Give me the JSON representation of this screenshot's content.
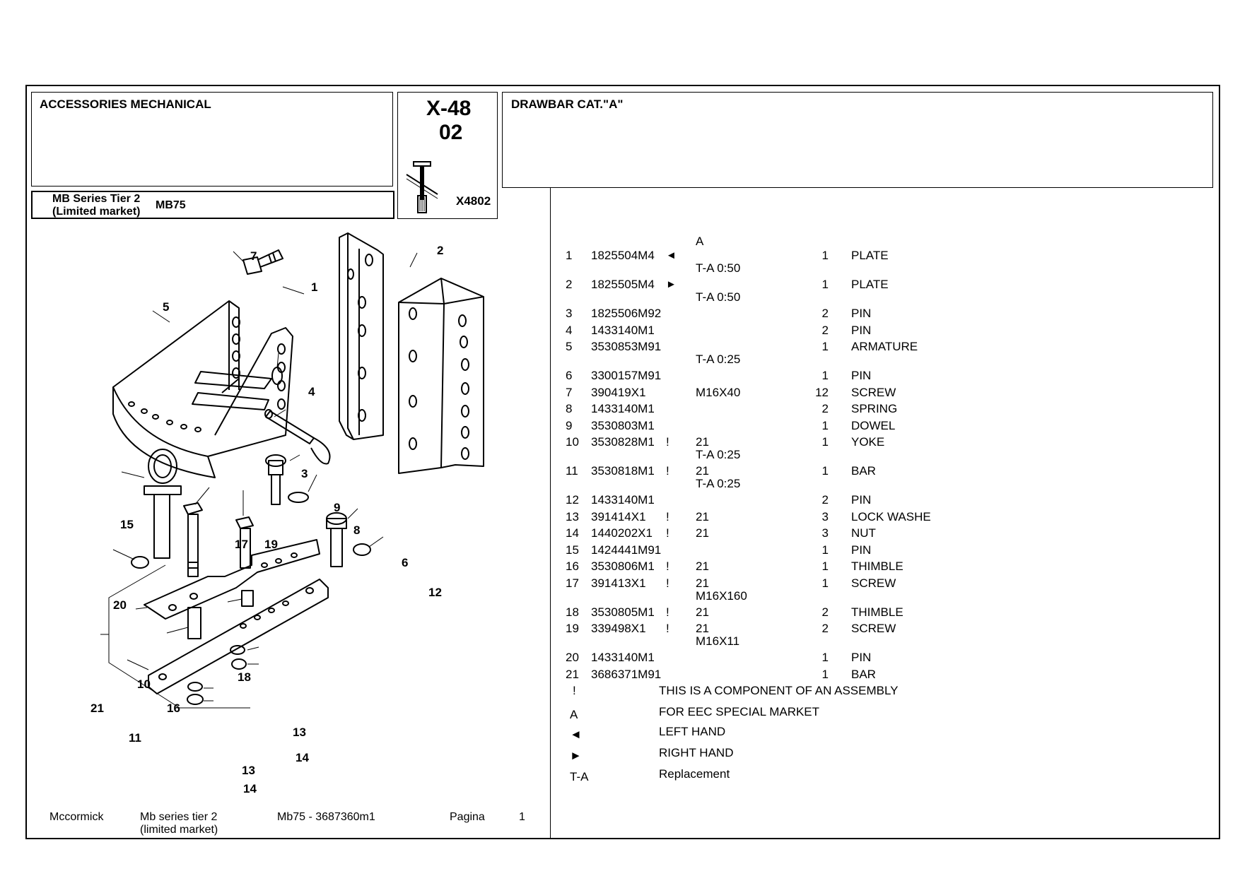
{
  "header": {
    "group_title": "ACCESSORIES MECHANICAL",
    "series_line1": "MB Series Tier 2",
    "series_line2": "(Limited market)",
    "model": "MB75",
    "ref_code": "X-48",
    "ref_sub": "02",
    "thumb_code": "X4802",
    "part_title": "DRAWBAR  CAT.\"A\""
  },
  "parts_table": {
    "top_note": "A",
    "rows": [
      {
        "no": "1",
        "part": "1825504M4",
        "flag": "◄",
        "note": "",
        "qty": "1",
        "desc": "PLATE",
        "sub": "T-A 0:50"
      },
      {
        "no": "2",
        "part": "1825505M4",
        "flag": "►",
        "note": "",
        "qty": "1",
        "desc": "PLATE",
        "sub": "T-A 0:50"
      },
      {
        "no": "3",
        "part": "1825506M92",
        "flag": "",
        "note": "",
        "qty": "2",
        "desc": "PIN",
        "sub": ""
      },
      {
        "no": "4",
        "part": "1433140M1",
        "flag": "",
        "note": "",
        "qty": "2",
        "desc": "PIN",
        "sub": ""
      },
      {
        "no": "5",
        "part": "3530853M91",
        "flag": "",
        "note": "",
        "qty": "1",
        "desc": "ARMATURE",
        "sub": "T-A 0:25"
      },
      {
        "no": "6",
        "part": "3300157M91",
        "flag": "",
        "note": "",
        "qty": "1",
        "desc": "PIN",
        "sub": ""
      },
      {
        "no": "7",
        "part": "390419X1",
        "flag": "",
        "note": "M16X40",
        "qty": "12",
        "desc": "SCREW",
        "sub": ""
      },
      {
        "no": "8",
        "part": "1433140M1",
        "flag": "",
        "note": "",
        "qty": "2",
        "desc": "SPRING",
        "sub": ""
      },
      {
        "no": "9",
        "part": "3530803M1",
        "flag": "",
        "note": "",
        "qty": "1",
        "desc": "DOWEL",
        "sub": ""
      },
      {
        "no": "10",
        "part": "3530828M1",
        "flag": "!",
        "note": "21",
        "qty": "1",
        "desc": "YOKE",
        "sub": "T-A 0:25"
      },
      {
        "no": "11",
        "part": "3530818M1",
        "flag": "!",
        "note": "21",
        "qty": "1",
        "desc": "BAR",
        "sub": "T-A 0:25"
      },
      {
        "no": "12",
        "part": "1433140M1",
        "flag": "",
        "note": "",
        "qty": "2",
        "desc": "PIN",
        "sub": ""
      },
      {
        "no": "13",
        "part": "391414X1",
        "flag": "!",
        "note": "21",
        "qty": "3",
        "desc": "LOCK WASHE",
        "sub": ""
      },
      {
        "no": "14",
        "part": "1440202X1",
        "flag": "!",
        "note": "21",
        "qty": "3",
        "desc": "NUT",
        "sub": ""
      },
      {
        "no": "15",
        "part": "1424441M91",
        "flag": "",
        "note": "",
        "qty": "1",
        "desc": "PIN",
        "sub": ""
      },
      {
        "no": "16",
        "part": "3530806M1",
        "flag": "!",
        "note": "21",
        "qty": "1",
        "desc": "THIMBLE",
        "sub": ""
      },
      {
        "no": "17",
        "part": "391413X1",
        "flag": "!",
        "note": "21",
        "qty": "1",
        "desc": "SCREW",
        "sub": "M16X160"
      },
      {
        "no": "18",
        "part": "3530805M1",
        "flag": "!",
        "note": "21",
        "qty": "2",
        "desc": "THIMBLE",
        "sub": ""
      },
      {
        "no": "19",
        "part": "339498X1",
        "flag": "!",
        "note": "21",
        "qty": "2",
        "desc": "SCREW",
        "sub": "M16X11"
      },
      {
        "no": "20",
        "part": "1433140M1",
        "flag": "",
        "note": "",
        "qty": "1",
        "desc": "PIN",
        "sub": ""
      },
      {
        "no": "21",
        "part": "3686371M91",
        "flag": "",
        "note": "",
        "qty": "1",
        "desc": "BAR",
        "sub": ""
      }
    ]
  },
  "legend": [
    {
      "symbol": "!",
      "text": "THIS IS A COMPONENT OF AN ASSEMBLY"
    },
    {
      "symbol": "A",
      "text": "FOR EEC SPECIAL MARKET"
    },
    {
      "symbol": "◄",
      "text": "LEFT HAND"
    },
    {
      "symbol": "►",
      "text": "RIGHT HAND"
    },
    {
      "symbol": "T-A",
      "text": "Replacement"
    }
  ],
  "footer": {
    "brand": "Mccormick",
    "series_line1": "Mb series tier 2",
    "series_line2": "(limited market)",
    "model_code": "Mb75  - 3687360m1",
    "page_label": "Pagina",
    "page_number": "1"
  },
  "diagram_labels": {
    "l1": "1",
    "l2": "2",
    "l3": "3",
    "l4": "4",
    "l5": "5",
    "l6": "6",
    "l7": "7",
    "l8": "8",
    "l9": "9",
    "l10": "10",
    "l11": "11",
    "l12": "12",
    "l13a": "13",
    "l13b": "13",
    "l14a": "14",
    "l14b": "14",
    "l15": "15",
    "l16": "16",
    "l17": "17",
    "l18": "18",
    "l19": "19",
    "l20": "20",
    "l21": "21"
  }
}
